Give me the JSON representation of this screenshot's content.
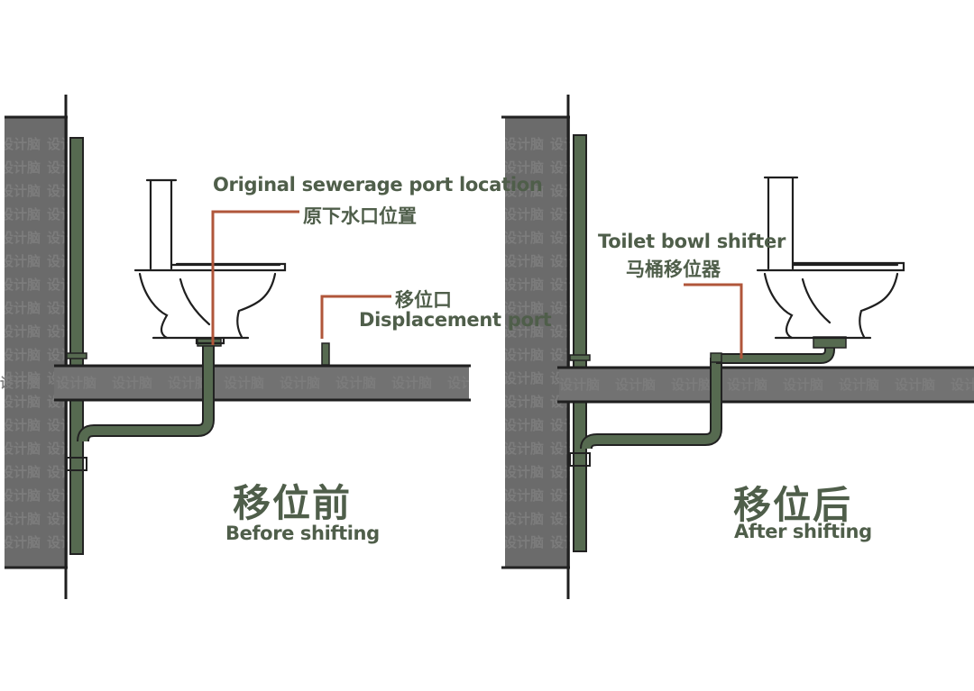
{
  "watermark": "设计脑",
  "colors": {
    "wall": "#6b6b6b",
    "slab": "#727272",
    "pipe": "#566a50",
    "leader": "#b0563a",
    "text": "#4f5e4a"
  },
  "before": {
    "label_original_en": "Original sewerage port location",
    "label_original_cn": "原下水口位置",
    "label_displacement_cn": "移位口",
    "label_displacement_en": "Displacement port",
    "title_cn": "移位前",
    "title_en": "Before shifting"
  },
  "after": {
    "label_shifter_en": "Toilet bowl shifter",
    "label_shifter_cn": "马桶移位器",
    "title_cn": "移位后",
    "title_en": "After shifting"
  }
}
